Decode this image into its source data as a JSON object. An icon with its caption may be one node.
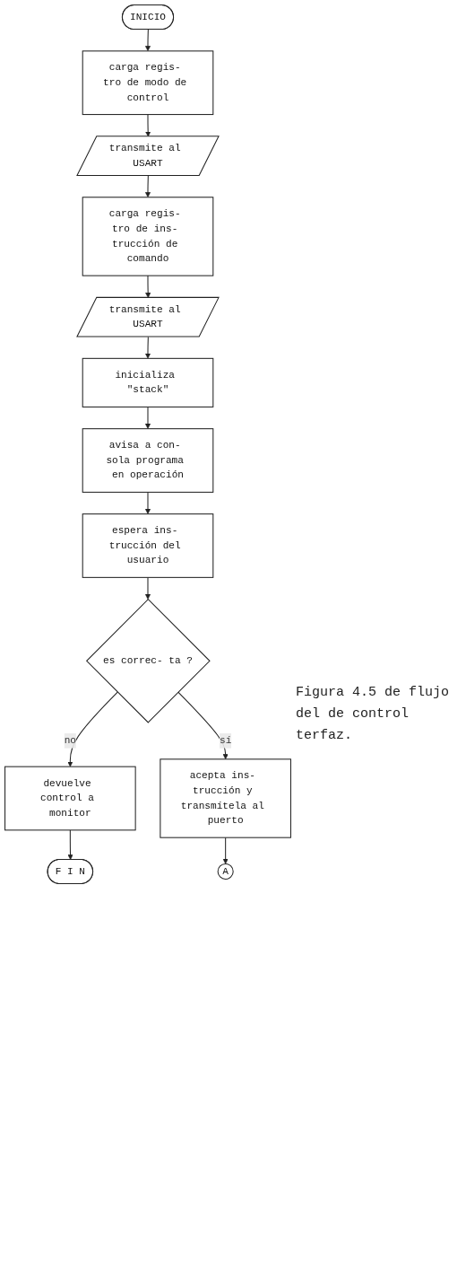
{
  "diagram": {
    "caption": "Figura 4.5 de flujo del de control terfaz.",
    "nodes": [
      {
        "text": [
          "INICIO"
        ]
      },
      {
        "text": [
          "carga regis- tro de modo de control"
        ]
      },
      {
        "text": [
          "transmite al USART"
        ]
      },
      {
        "text": [
          "carga regis- tro de ins- trucción de comando"
        ]
      },
      {
        "text": [
          "transmite al USART"
        ]
      },
      {
        "text": [
          "inicializa \"stack\""
        ]
      },
      {
        "text": [
          "avisa a con- sola programa en operación"
        ]
      },
      {
        "text": [
          "espera ins- trucción del usuario"
        ]
      },
      {
        "text": [
          "es correc- ta ?"
        ]
      },
      {
        "text": [
          "devuelve control a monitor"
        ]
      },
      {
        "text": [
          "F I N"
        ]
      },
      {
        "text": [
          "acepta ins- trucción y transmítela al puerto"
        ]
      },
      {
        "text": [
          "A"
        ]
      }
    ],
    "edges": [
      {
        "from": 0,
        "to": 1,
        "arrow": "to"
      },
      {
        "from": 1,
        "to": 2,
        "arrow": "to"
      },
      {
        "from": 2,
        "to": 3,
        "arrow": "to"
      },
      {
        "from": 3,
        "to": 4,
        "arrow": "to"
      },
      {
        "from": 4,
        "to": 5,
        "arrow": "to"
      },
      {
        "from": 5,
        "to": 6,
        "arrow": "to"
      },
      {
        "from": 6,
        "to": 7,
        "arrow": "to"
      },
      {
        "from": 7,
        "to": 8,
        "arrow": "to"
      },
      {
        "from": 8,
        "to": 9,
        "label": "no",
        "arrow": "to"
      },
      {
        "from": 9,
        "to": 10,
        "arrow": "to"
      },
      {
        "from": 8,
        "to": 11,
        "label": "sí",
        "arrow": "to"
      },
      {
        "from": 11,
        "to": 12,
        "arrow": "to"
      }
    ]
  }
}
